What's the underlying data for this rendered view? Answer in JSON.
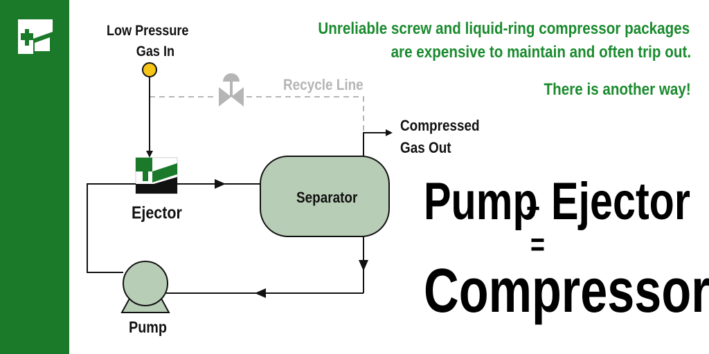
{
  "brand": {
    "color": "#1a7a2a",
    "logo_icon": "company-logo-icon"
  },
  "tagline": {
    "line1": "Unreliable screw and liquid-ring compressor packages",
    "line2": "are expensive to maintain and often trip out.",
    "line3": "There is another way!",
    "color": "#1a8a2e"
  },
  "diagram": {
    "gas_in_line1": "Low Pressure",
    "gas_in_line2": "Gas In",
    "recycle_label": "Recycle Line",
    "gas_out_line1": "Compressed",
    "gas_out_line2": "Gas Out",
    "separator_label": "Separator",
    "ejector_label": "Ejector",
    "pump_label": "Pump",
    "vessel_color": "#b8cdb6"
  },
  "equation": {
    "left": "Pump",
    "plus": "+",
    "right": "Ejector",
    "equals": "=",
    "result": "Compressor"
  }
}
